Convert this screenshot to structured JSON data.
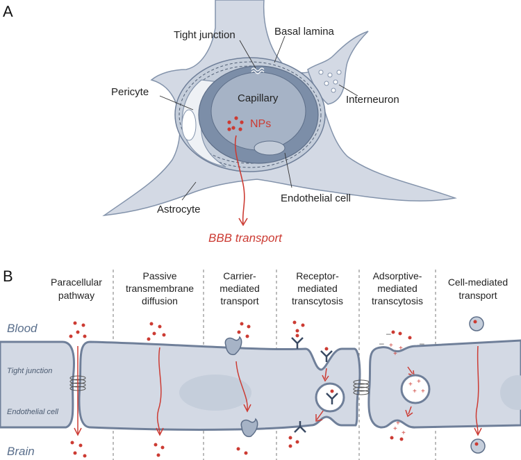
{
  "panel_a": {
    "letter": "A",
    "labels": {
      "tight_junction": "Tight junction",
      "basal_lamina": "Basal lamina",
      "pericyte": "Pericyte",
      "capillary": "Capillary",
      "nps": "NPs",
      "interneuron": "Interneuron",
      "endothelial_cell": "Endothelial cell",
      "astrocyte": "Astrocyte",
      "bbb_transport": "BBB transport"
    }
  },
  "panel_b": {
    "letter": "B",
    "blood": "Blood",
    "brain": "Brain",
    "tight_junction": "Tight junction",
    "endothelial_cell": "Endothelial cell",
    "columns": [
      {
        "line1": "Paracellular",
        "line2": "pathway",
        "line3": ""
      },
      {
        "line1": "Passive",
        "line2": "transmembrane",
        "line3": "diffusion"
      },
      {
        "line1": "Carrier-",
        "line2": "mediated",
        "line3": "transport"
      },
      {
        "line1": "Receptor-",
        "line2": "mediated",
        "line3": "transcytosis"
      },
      {
        "line1": "Adsorptive-",
        "line2": "mediated",
        "line3": "transcytosis"
      },
      {
        "line1": "Cell-mediated",
        "line2": "transport",
        "line3": ""
      }
    ]
  },
  "colors": {
    "cell_fill": "#d3d9e4",
    "cell_stroke": "#6f7f99",
    "capillary_dark": "#7c8ea8",
    "capillary_mid": "#a6b3c6",
    "light": "#e9edf3",
    "red": "#cc3b33"
  }
}
